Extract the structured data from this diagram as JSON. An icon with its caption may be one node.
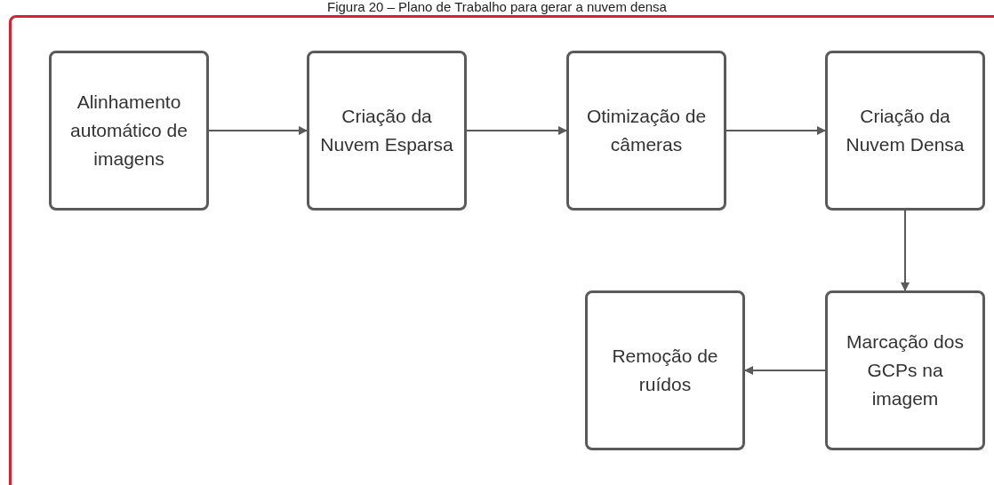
{
  "diagram": {
    "title": "Figura 20 – Plano de Trabalho para gerar a nuvem densa",
    "nodes": [
      {
        "text": [
          "Alinhamento automático de imagens"
        ]
      },
      {
        "text": [
          "Criação da Nuvem Esparsa"
        ]
      },
      {
        "text": [
          "Otimização de câmeras"
        ]
      },
      {
        "text": [
          "Criação da Nuvem Densa"
        ]
      },
      {
        "text": [
          "Marcação dos GCPs na imagem"
        ]
      },
      {
        "text": [
          "Remoção de ruídos"
        ]
      }
    ],
    "edges": [
      {
        "from": 0,
        "to": 1,
        "arrow": "to"
      },
      {
        "from": 1,
        "to": 2,
        "arrow": "to"
      },
      {
        "from": 2,
        "to": 3,
        "arrow": "to"
      },
      {
        "from": 3,
        "to": 4,
        "arrow": "to"
      },
      {
        "from": 4,
        "to": 5,
        "arrow": "to"
      }
    ]
  }
}
